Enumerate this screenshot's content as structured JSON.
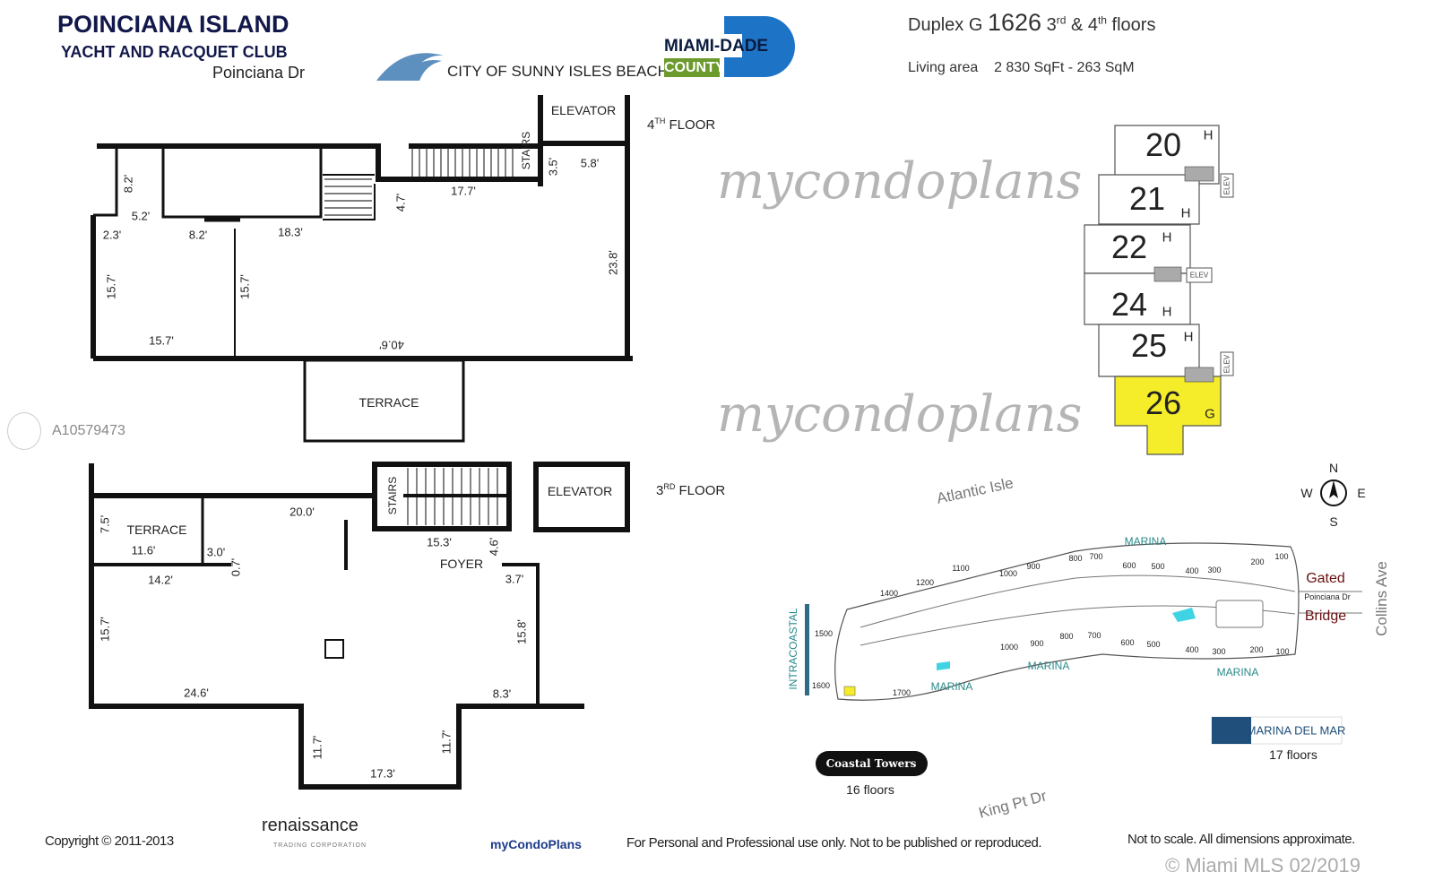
{
  "header": {
    "title": "POINCIANA ISLAND",
    "subtitle": "YACHT AND RACQUET CLUB",
    "address": "Poinciana Dr",
    "city_logo_text": "CITY OF SUNNY ISLES BEACH",
    "county_logo_line1": "MIAMI-DADE",
    "county_logo_line2": "COUNTY"
  },
  "unit_info": {
    "type": "Duplex G",
    "number": "1626",
    "floors_a": "3",
    "floors_a_sup": "rd",
    "amp": "&",
    "floors_b": "4",
    "floors_b_sup": "th",
    "floors_word": "floors",
    "living_label": "Living area",
    "living_value": "2 830 SqFt - 263 SqM"
  },
  "listing_id": "A10579473",
  "floor4": {
    "floor_num": "4",
    "floor_sup": "TH",
    "floor_word": "FLOOR",
    "labels": [
      "8.2'",
      "5.2'",
      "2.3'",
      "8.2'",
      "18.3'",
      "15.7'",
      "15.7'",
      "15.7'",
      "40.6'",
      "23.8'",
      "17.7'",
      "4.7'",
      "3.5'",
      "5.8'",
      "STAIRS",
      "ELEVATOR",
      "TERRACE"
    ]
  },
  "floor3": {
    "floor_num": "3",
    "floor_sup": "RD",
    "floor_word": "FLOOR",
    "labels": [
      "7.5'",
      "TERRACE",
      "11.6'",
      "3.0'",
      "20.0'",
      "0.7'",
      "14.2'",
      "STAIRS",
      "ELEVATOR",
      "15.3'",
      "4.6'",
      "FOYER",
      "3.7'",
      "15.7'",
      "15.8'",
      "24.6'",
      "8.3'",
      "11.7'",
      "11.7'",
      "17.3'"
    ]
  },
  "stack": {
    "units": [
      {
        "num": "20",
        "type": "H"
      },
      {
        "num": "21",
        "type": "H"
      },
      {
        "num": "22",
        "type": "H"
      },
      {
        "num": "24",
        "type": "H"
      },
      {
        "num": "25",
        "type": "H"
      },
      {
        "num": "26",
        "type": "G"
      }
    ],
    "elev_label": "ELEV",
    "highlight_color": "#f5ec2a"
  },
  "site": {
    "atlantic_isle": "Atlantic Isle",
    "marina": "MARINA",
    "gated": "Gated",
    "bridge": "Bridge",
    "poinciana": "Poinciana Dr",
    "collins": "Collins Ave",
    "intracoastal": "INTRACOASTAL",
    "king_pt": "King Pt Dr",
    "north_numbers": [
      "1400",
      "1200",
      "1100",
      "1000",
      "900",
      "800",
      "700",
      "600",
      "500",
      "400",
      "300",
      "200",
      "100"
    ],
    "south_numbers": [
      "1500",
      "1600",
      "1700",
      "1000",
      "900",
      "800",
      "700",
      "600",
      "500",
      "400",
      "300",
      "200",
      "100"
    ],
    "compass": {
      "n": "N",
      "s": "S",
      "e": "E",
      "w": "W"
    },
    "coastal_towers": "Coastal Towers",
    "coastal_floors": "16 floors",
    "marina_del_mar": "MARINA DEL MAR",
    "marina_floors": "17 floors"
  },
  "footer": {
    "copyright": "Copyright © 2011-2013",
    "renaissance": "renaissance",
    "renaissance_sub": "TRADING CORPORATION",
    "mycondoplans": "myCondoPlans",
    "notice": "For Personal and Professional use only.  Not to be published or reproduced.",
    "scale": "Not to scale.  All dimensions approximate.",
    "mls": "© Miami MLS 02/2019"
  },
  "watermark": "mycondoplans"
}
